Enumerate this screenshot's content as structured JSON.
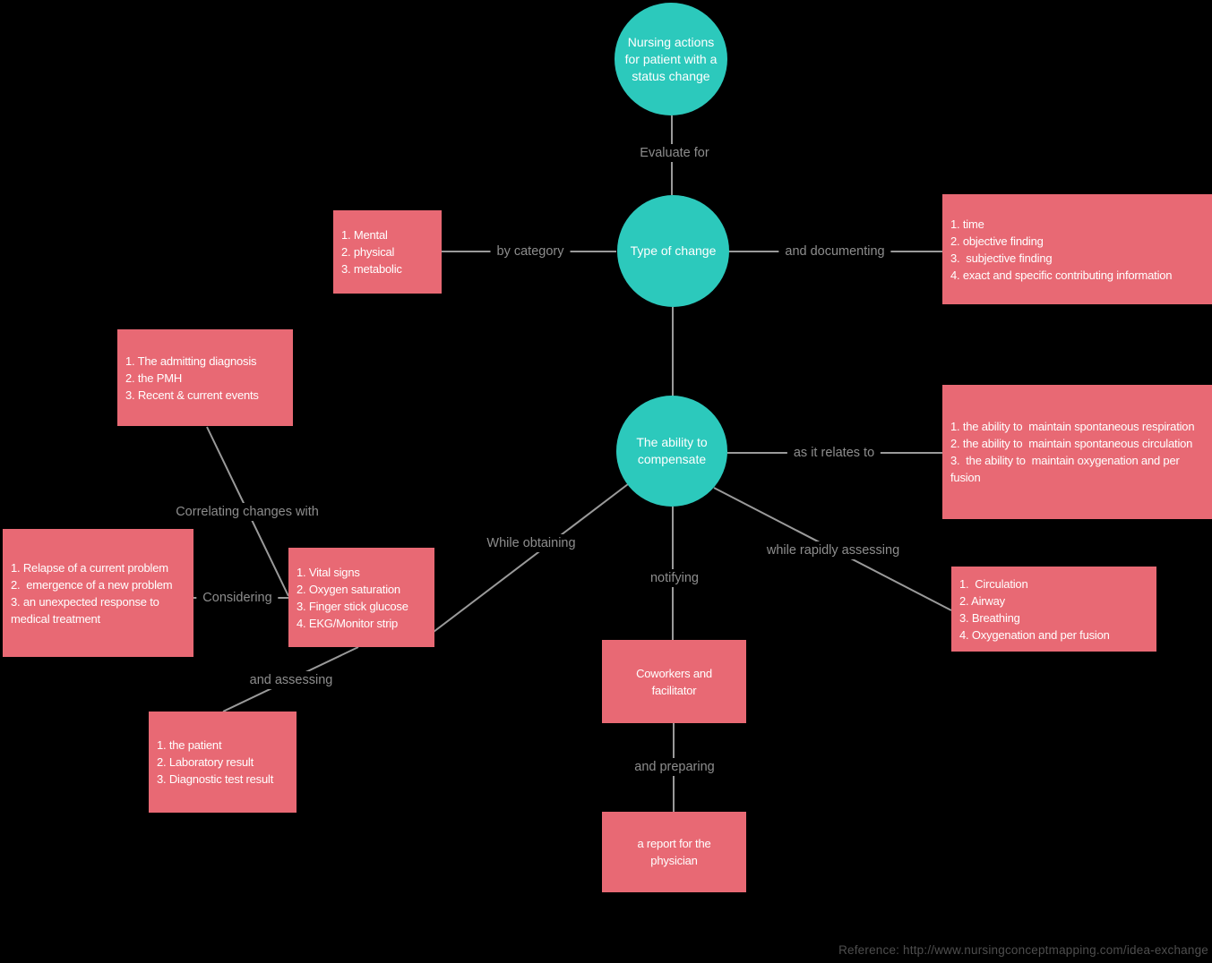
{
  "nodes": {
    "root": "Nursing actions for patient with a status change",
    "type_of_change": "Type of change",
    "ability_to_compensate": "The ability to compensate"
  },
  "boxes": {
    "change_categories": "1. Mental\n2. physical\n3. metabolic",
    "documentation_items": "1. time\n2. objective finding\n3.  subjective finding\n4. exact and specific contributing information",
    "patient_history": "1. The admitting diagnosis\n2. the PMH\n3. Recent & current events",
    "compensation_abilities": "1. the ability to  maintain spontaneous respiration\n2. the ability to  maintain spontaneous circulation\n3.  the ability to  maintain oxygenation and per fusion",
    "problem_types": "1. Relapse of a current problem\n2.  emergence of a new problem\n3. an unexpected response to medical treatment",
    "vital_measurements": "1. Vital signs\n2. Oxygen saturation\n3. Finger stick glucose\n4. EKG/Monitor strip",
    "rapid_assessment_items": "1.  Circulation\n2. Airway\n3. Breathing\n4. Oxygenation and per fusion",
    "assessment_sources": "1. the patient\n2. Laboratory result\n3. Diagnostic test result",
    "coworkers": "Coworkers and facilitator",
    "physician_report": "a report for the physician"
  },
  "edge_labels": {
    "evaluate_for": "Evaluate for",
    "by_category": "by category",
    "and_documenting": "and documenting",
    "as_it_relates_to": "as it relates to",
    "correlating_changes_with": "Correlating changes with",
    "while_obtaining": "While obtaining",
    "notifying": "notifying",
    "while_rapidly_assessing": "while rapidly assessing",
    "considering": "Considering",
    "and_assessing": "and assessing",
    "and_preparing": "and preparing"
  },
  "reference": "Reference: http://www.nursingconceptmapping.com/idea-exchange",
  "colors": {
    "background": "#000000",
    "node_fill": "#2cc9bc",
    "node_text": "#ffffff",
    "box_fill": "#e86974",
    "box_text": "#ffffff",
    "connector": "#9a9a9a",
    "edge_label_text": "#8d8d8d",
    "reference_text": "#4e4e4e"
  }
}
